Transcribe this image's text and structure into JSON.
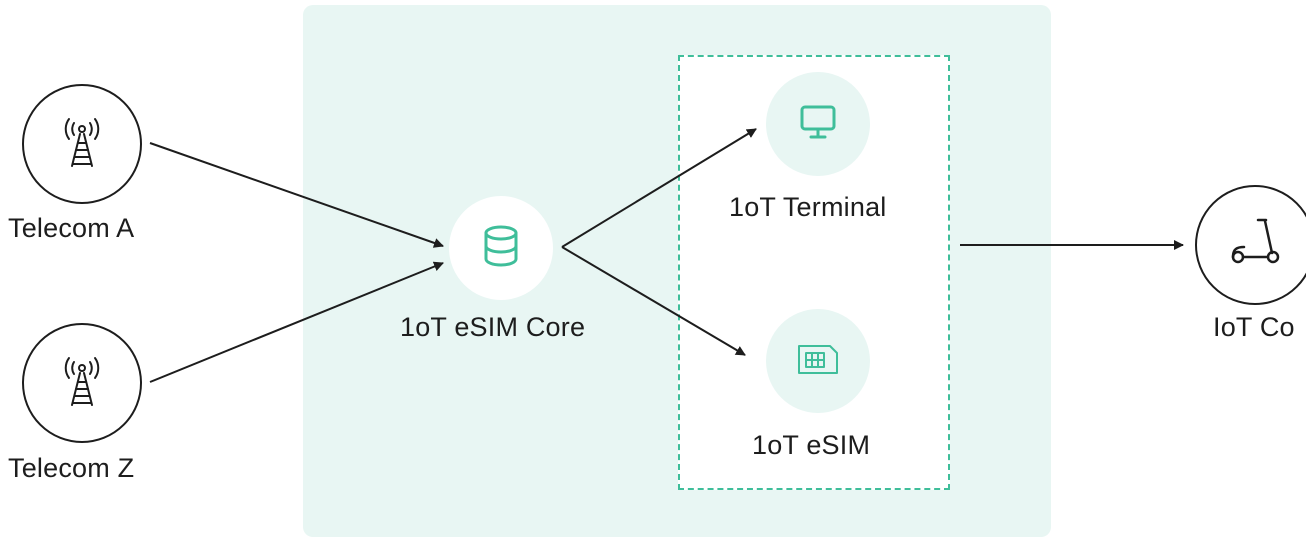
{
  "nodes": {
    "telecom_a": {
      "label": "Telecom A",
      "icon": "cell-tower-icon"
    },
    "telecom_z": {
      "label": "Telecom Z",
      "icon": "cell-tower-icon"
    },
    "core": {
      "label": "1oT eSIM Core",
      "icon": "database-icon"
    },
    "terminal": {
      "label": "1oT Terminal",
      "icon": "monitor-icon"
    },
    "esim": {
      "label": "1oT eSIM",
      "icon": "sim-card-icon"
    },
    "iot_device": {
      "label": "IoT Co",
      "icon": "scooter-icon"
    }
  },
  "colors": {
    "panel_background": "#e8f6f3",
    "accent": "#3fbe9a",
    "stroke": "#1d1d1d"
  }
}
